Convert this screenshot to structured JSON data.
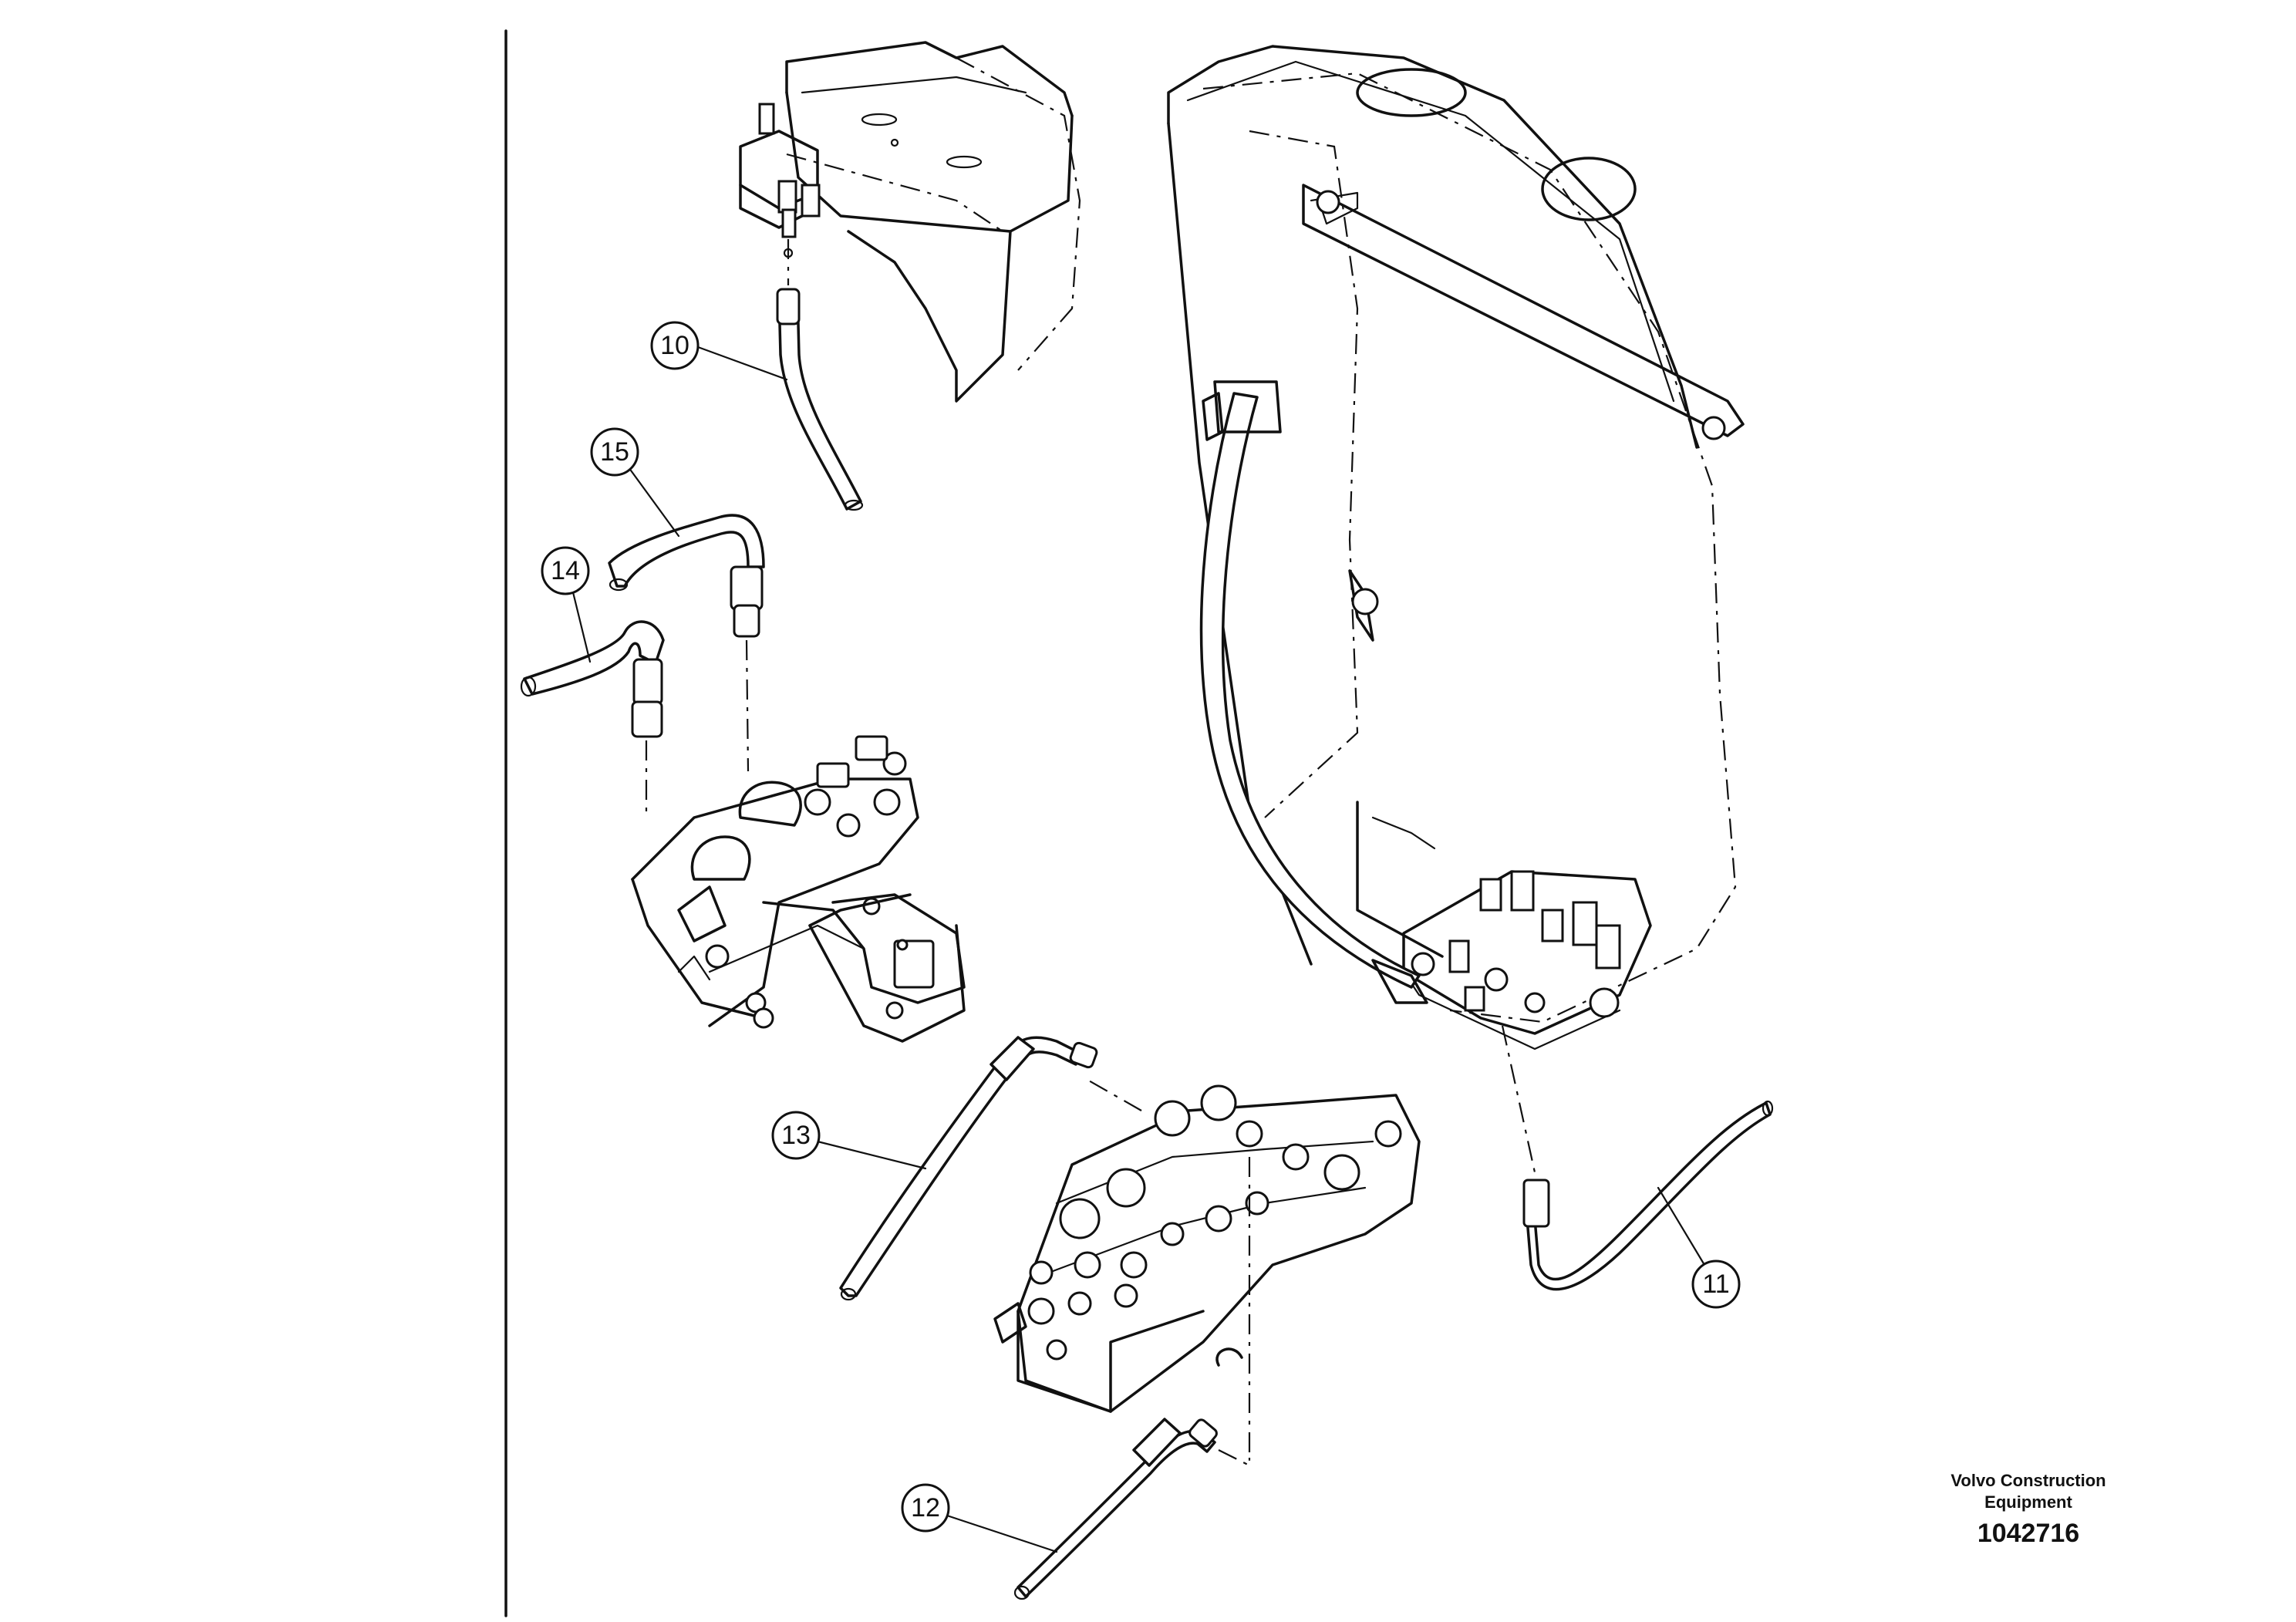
{
  "callouts": {
    "c10": "10",
    "c11": "11",
    "c12": "12",
    "c13": "13",
    "c14": "14",
    "c15": "15"
  },
  "footer": {
    "company_line1": "Volvo Construction",
    "company_line2": "Equipment",
    "drawing_number": "1042716"
  }
}
